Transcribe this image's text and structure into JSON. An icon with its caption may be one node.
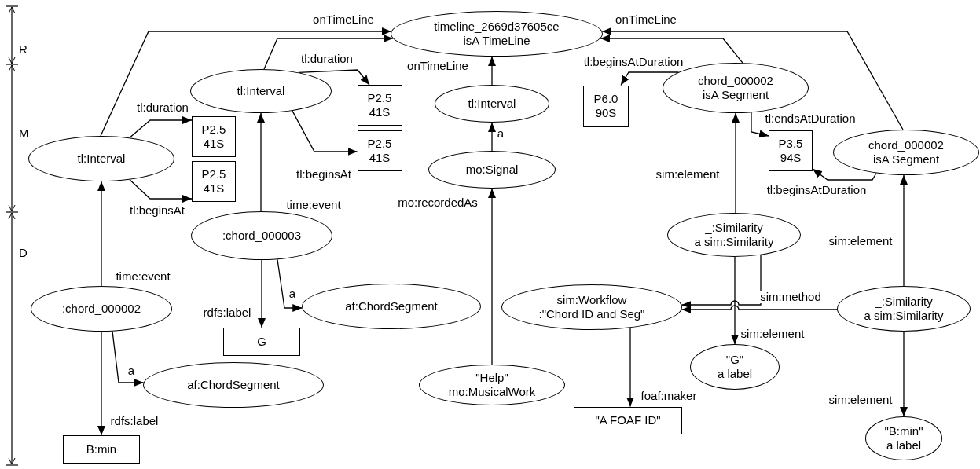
{
  "diagram": {
    "nodes": [
      {
        "text": [
          "timeline_2669d37605ce",
          "isA TimeLine"
        ]
      },
      {
        "text": [
          "tl:Interval"
        ]
      },
      {
        "text": [
          "tl:Interval"
        ]
      },
      {
        "text": [
          "P2.5 41S"
        ]
      },
      {
        "text": [
          "P2.5 41S"
        ]
      },
      {
        "text": [
          "P2.5 41S"
        ]
      },
      {
        "text": [
          "P2.5 41S"
        ]
      },
      {
        "text": [
          "tl:Interval"
        ]
      },
      {
        "text": [
          "P6.0 90S"
        ]
      },
      {
        "text": [
          "chord_000002",
          "isA Segment"
        ]
      },
      {
        "text": [
          "P3.5 94S"
        ]
      },
      {
        "text": [
          "mo:Signal"
        ]
      },
      {
        "text": [
          "chord_000002",
          "isA Segment"
        ]
      },
      {
        "text": [
          ":chord_000003"
        ]
      },
      {
        "text": [
          "_:Similarity",
          "a sim:Similarity"
        ]
      },
      {
        "text": [
          ":chord_000002"
        ]
      },
      {
        "text": [
          "af:ChordSegment"
        ]
      },
      {
        "text": [
          "sim:Workflow",
          ":\"Chord ID and Seg\""
        ]
      },
      {
        "text": [
          "_:Similarity",
          "a sim:Similarity"
        ]
      },
      {
        "text": [
          "G"
        ]
      },
      {
        "text": [
          "\"G\"",
          "a label"
        ]
      },
      {
        "text": [
          "af:ChordSegment"
        ]
      },
      {
        "text": [
          "\"Help\"",
          "mo:MusicalWork"
        ]
      },
      {
        "text": [
          "\"A FOAF ID\""
        ]
      },
      {
        "text": [
          "B:min"
        ]
      },
      {
        "text": [
          "\"B:min\"",
          "a label"
        ]
      }
    ],
    "edges": [
      {
        "from": 1,
        "to": 0,
        "arrow": "to",
        "label": "onTimeLine"
      },
      {
        "from": 2,
        "to": 0,
        "arrow": "to"
      },
      {
        "from": 9,
        "to": 0,
        "arrow": "to"
      },
      {
        "from": 12,
        "to": 0,
        "arrow": "to",
        "label": "onTimeLine"
      },
      {
        "from": 1,
        "to": 3,
        "arrow": "to",
        "label": "tl:duration"
      },
      {
        "from": 1,
        "to": 4,
        "arrow": "to",
        "label": "tl:beginsAt"
      },
      {
        "from": 2,
        "to": 5,
        "arrow": "to",
        "label": "tl:duration"
      },
      {
        "from": 2,
        "to": 6,
        "arrow": "to",
        "label": "tl:beginsAt"
      },
      {
        "from": 13,
        "to": 2,
        "arrow": "to",
        "label": "time:event"
      },
      {
        "from": 15,
        "to": 1,
        "arrow": "to",
        "label": "time:event"
      },
      {
        "from": 7,
        "to": 0,
        "arrow": "to",
        "label": "onTimeLine"
      },
      {
        "from": 11,
        "to": 7,
        "arrow": "to",
        "label": "a"
      },
      {
        "from": 22,
        "to": 11,
        "arrow": "to",
        "label": "mo:recordedAs"
      },
      {
        "from": 9,
        "to": 8,
        "arrow": "to",
        "label": "tl:beginsAtDuration"
      },
      {
        "from": 9,
        "to": 10,
        "arrow": "to",
        "label": "tl:endsAtDuration"
      },
      {
        "from": 12,
        "to": 10,
        "arrow": "to",
        "label": "tl:beginsAtDuration"
      },
      {
        "from": 14,
        "to": 9,
        "arrow": "to",
        "label": "sim:element"
      },
      {
        "from": 18,
        "to": 12,
        "arrow": "to",
        "label": "sim:element"
      },
      {
        "from": 13,
        "to": 19,
        "arrow": "to",
        "label": "rdfs:label"
      },
      {
        "from": 13,
        "to": 16,
        "arrow": "to",
        "label": "a"
      },
      {
        "from": 15,
        "to": 21,
        "arrow": "to",
        "label": "a"
      },
      {
        "from": 15,
        "to": 24,
        "arrow": "to",
        "label": "rdfs:label"
      },
      {
        "from": 14,
        "to": 17,
        "arrow": "to",
        "label": "sim:method"
      },
      {
        "from": 18,
        "to": 17,
        "arrow": "to"
      },
      {
        "from": 14,
        "to": 20,
        "arrow": "to",
        "label": "sim:element"
      },
      {
        "from": 17,
        "to": 23,
        "arrow": "to",
        "label": "foaf:maker"
      },
      {
        "from": 18,
        "to": 25,
        "arrow": "to",
        "label": "sim:element"
      }
    ],
    "labels": [
      "R",
      "M",
      "D"
    ]
  }
}
